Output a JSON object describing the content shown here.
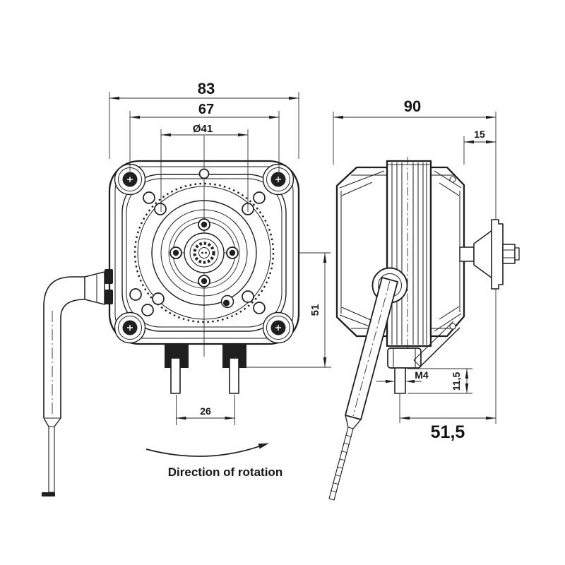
{
  "drawing": {
    "type": "technical-drawing",
    "subject": "shaded-pole fan motor, front and side orthographic views",
    "background": "#ffffff",
    "line_color": "#1e1e1e",
    "front_view": {
      "dim_overall_width": "83",
      "dim_hole_spacing": "67",
      "dim_bolt_circle": "Ø41",
      "dim_pin_spacing": "26",
      "rotation_label": "Direction of rotation"
    },
    "side_view": {
      "dim_overall_depth": "90",
      "dim_flange_offset": "15",
      "dim_center_to_mount": "51",
      "dim_stud_thread": "M4",
      "dim_stud_length": "11,5",
      "dim_mount_to_flange": "51,5"
    }
  }
}
